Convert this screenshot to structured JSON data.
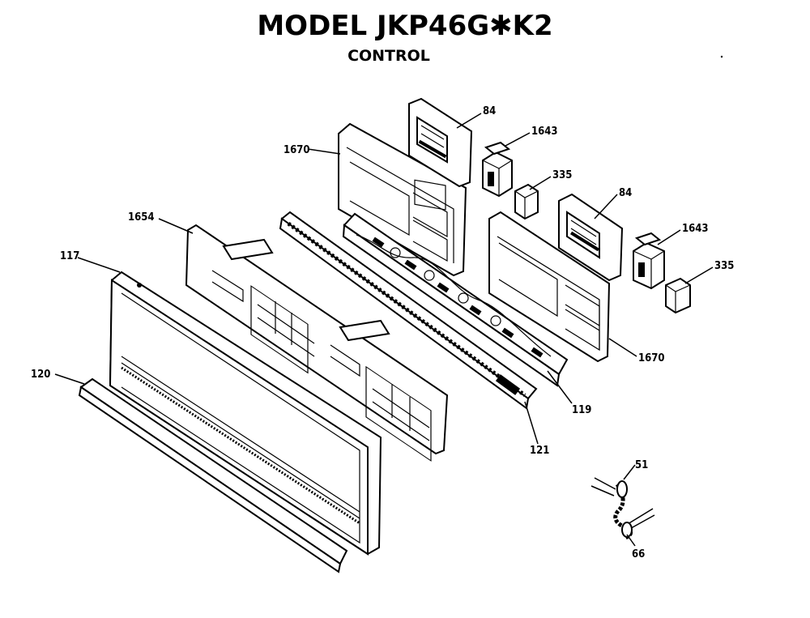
{
  "header": {
    "title": "MODEL JKP46G✱K2",
    "subtitle": "CONTROL"
  },
  "callouts": {
    "c84_top": "84",
    "c1643_top": "1643",
    "c335_top": "335",
    "c1670_top": "1670",
    "c84_mid": "84",
    "c1643_mid": "1643",
    "c335_mid": "335",
    "c1654": "1654",
    "c117": "117",
    "c1670_right": "1670",
    "c120": "120",
    "c119": "119",
    "c121": "121",
    "c51": "51",
    "c66": "66"
  }
}
